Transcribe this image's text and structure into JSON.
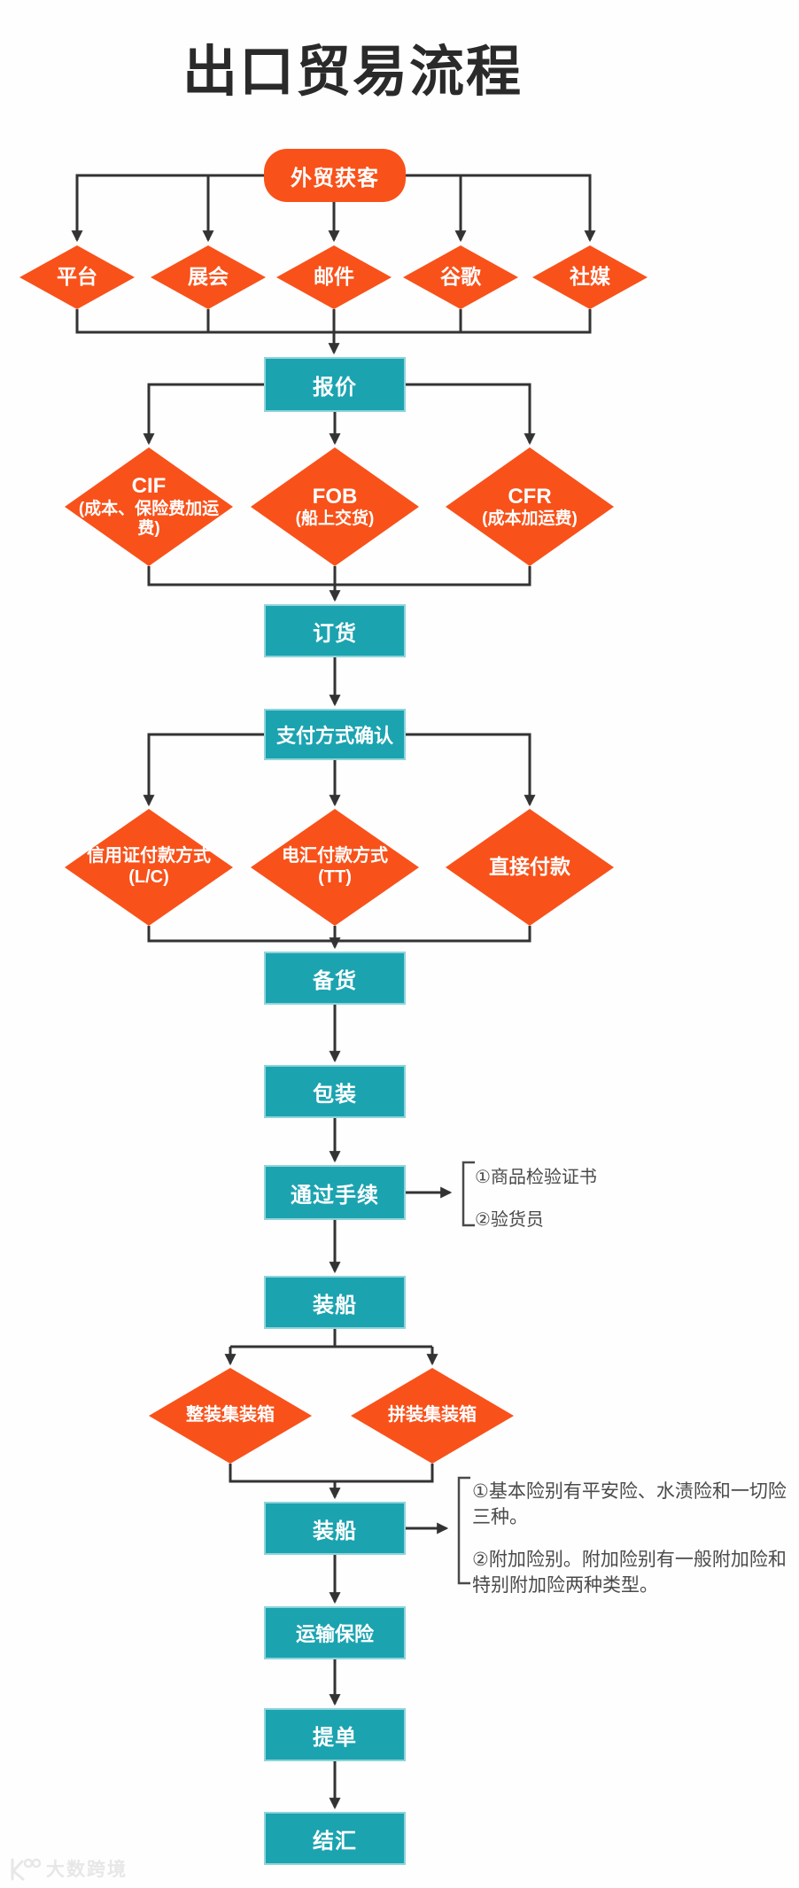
{
  "title": "出口贸易流程",
  "colors": {
    "orange": "#F9511A",
    "teal": "#1BA3B0",
    "line": "#333333",
    "note": "#4a4a4a"
  },
  "flow": {
    "lead_gen": {
      "label": "外贸获客"
    },
    "channels": [
      {
        "label": "平台"
      },
      {
        "label": "展会"
      },
      {
        "label": "邮件"
      },
      {
        "label": "谷歌"
      },
      {
        "label": "社媒"
      }
    ],
    "quote": {
      "label": "报价"
    },
    "quote_terms": [
      {
        "title": "CIF",
        "sub": "(成本、保险费加运费)"
      },
      {
        "title": "FOB",
        "sub": "(船上交货)"
      },
      {
        "title": "CFR",
        "sub": "(成本加运费)"
      }
    ],
    "order": {
      "label": "订货"
    },
    "payment_confirm": {
      "label": "支付方式确认"
    },
    "payment_methods": [
      {
        "title": "信用证付款方式",
        "sub": "(L/C)"
      },
      {
        "title": "电汇付款方式",
        "sub": "(TT)"
      },
      {
        "title": "直接付款",
        "sub": ""
      }
    ],
    "stock": {
      "label": "备货"
    },
    "packing": {
      "label": "包装"
    },
    "procedures": {
      "label": "通过手续"
    },
    "procedures_note": [
      "①商品检验证书",
      "②验货员"
    ],
    "shipment1": {
      "label": "装船"
    },
    "container_types": [
      {
        "label": "整装集装箱"
      },
      {
        "label": "拼装集装箱"
      }
    ],
    "shipment2": {
      "label": "装船"
    },
    "insurance_note": [
      "①基本险别有平安险、水渍险和一切险三种。",
      "②附加险别。附加险别有一般附加险和特别附加险两种类型。"
    ],
    "transport_insurance": {
      "label": "运输保险"
    },
    "bill_of_lading": {
      "label": "提单"
    },
    "settlement": {
      "label": "结汇"
    }
  },
  "watermark": {
    "text": "大数跨境"
  }
}
